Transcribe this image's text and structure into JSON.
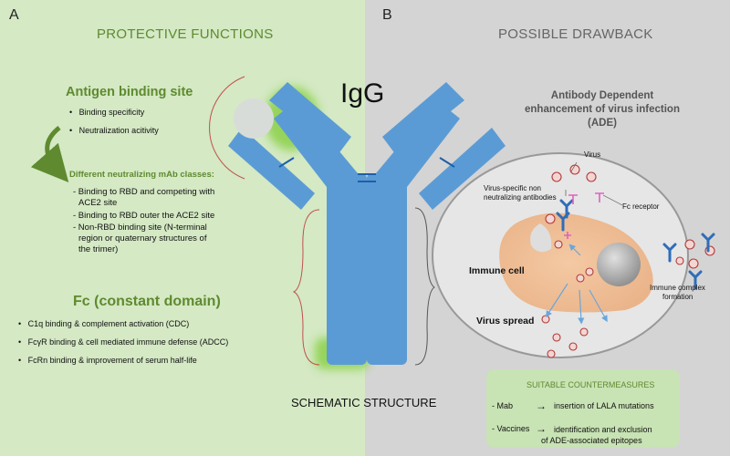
{
  "panels": {
    "left_letter": "A",
    "right_letter": "B",
    "left_heading": "PROTECTIVE FUNCTIONS",
    "right_heading": "POSSIBLE DRAWBACK"
  },
  "colors": {
    "left_bg": "#d4e9c4",
    "right_bg": "#d4d4d4",
    "antibody_blue": "#5b9bd5",
    "accent_green": "#5f8a2f",
    "bracket_red": "#c0504d",
    "cell_fill": "#f2c6a0",
    "virus_red": "#c0504d",
    "receptor_pink": "#e060c0"
  },
  "antibody": {
    "label": "IgG",
    "caption": "SCHEMATIC STRUCTURE"
  },
  "antigen_binding": {
    "title": "Antigen binding site",
    "bullets": [
      "Binding specificity",
      "Neutralization acitivity"
    ],
    "classes_title": "Different neutralizing mAb classes:",
    "classes": [
      [
        "- Binding to RBD and competing with",
        "ACE2 site"
      ],
      [
        "- Binding to RBD outer the ACE2 site"
      ],
      [
        "- Non-RBD binding site (N-terminal",
        "region or quaternary structures of",
        "the trimer)"
      ]
    ]
  },
  "fc_domain": {
    "title": "Fc (constant domain)",
    "bullets": [
      "C1q binding & complement activation (CDC)",
      "FcγR binding & cell mediated immune defense (ADCC)",
      "FcRn binding & improvement of serum half-life"
    ]
  },
  "ade": {
    "title_lines": [
      "Antibody Dependent",
      "enhancement of virus infection",
      "(ADE)"
    ],
    "labels": {
      "virus": "Virus",
      "nonneutralizing": [
        "Virus-specific non",
        "neutralizing antibodies"
      ],
      "fc_receptor": "Fc receptor",
      "immune_cell": "Immune cell",
      "immune_complex": [
        "Immune complex",
        "formation"
      ],
      "virus_spread": "Virus spread"
    }
  },
  "countermeasures": {
    "title": "SUITABLE COUNTERMEASURES",
    "rows": [
      {
        "left": "- Mab",
        "arrow": "→",
        "right": [
          "insertion of LALA mutations"
        ]
      },
      {
        "left": "- Vaccines",
        "arrow": "→",
        "right": [
          "identification and exclusion",
          "of ADE-associated epitopes"
        ]
      }
    ]
  }
}
